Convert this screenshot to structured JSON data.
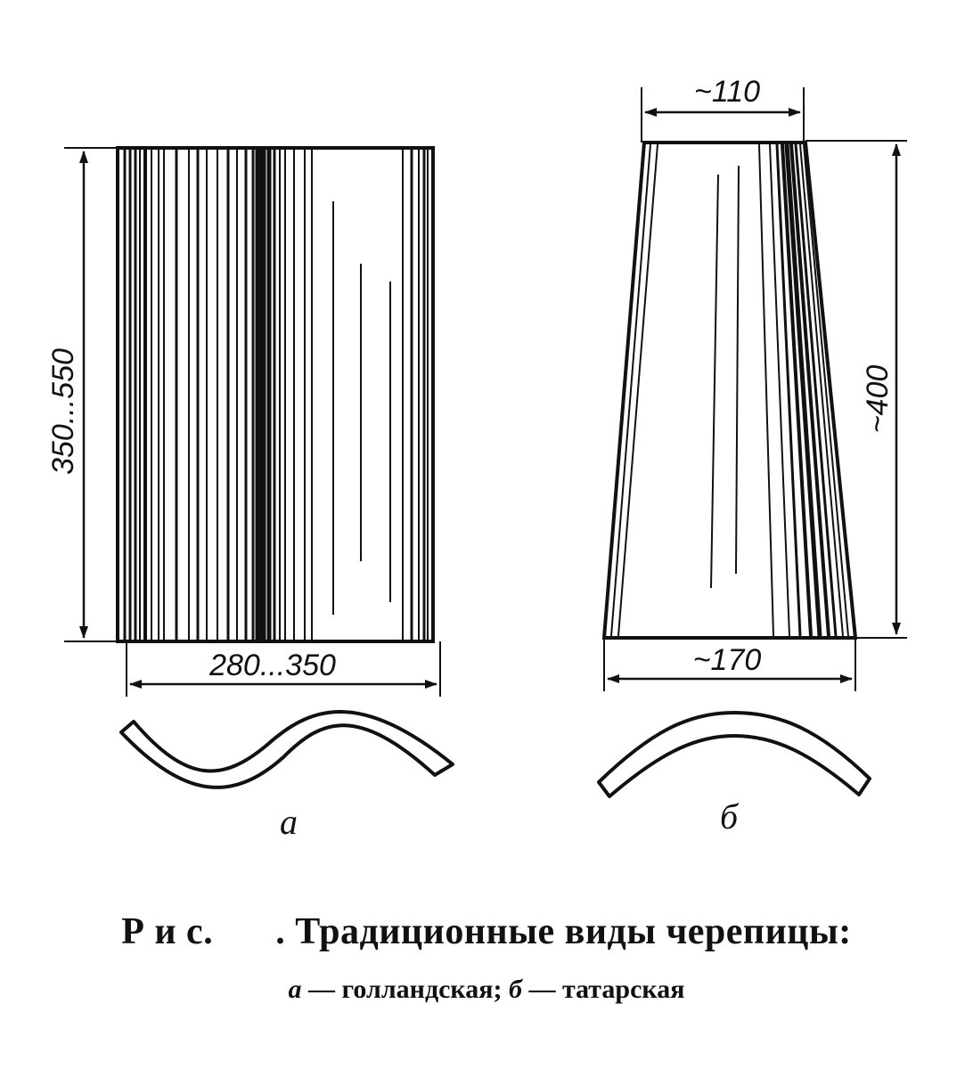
{
  "diagram": {
    "tile_a": {
      "height_dim": "350...550",
      "width_dim": "280...350",
      "sub_label": "а"
    },
    "tile_b": {
      "top_dim": "~110",
      "height_dim": "~400",
      "bottom_dim": "~170",
      "sub_label": "б"
    }
  },
  "caption": {
    "fig_word": "Р и с.",
    "title": ". Традиционные виды черепицы:",
    "key_a": "а",
    "legend_a": "— голландская;",
    "key_b": "б",
    "legend_b": "— татарская"
  },
  "colors": {
    "ink": "#111111",
    "paper": "#ffffff"
  }
}
